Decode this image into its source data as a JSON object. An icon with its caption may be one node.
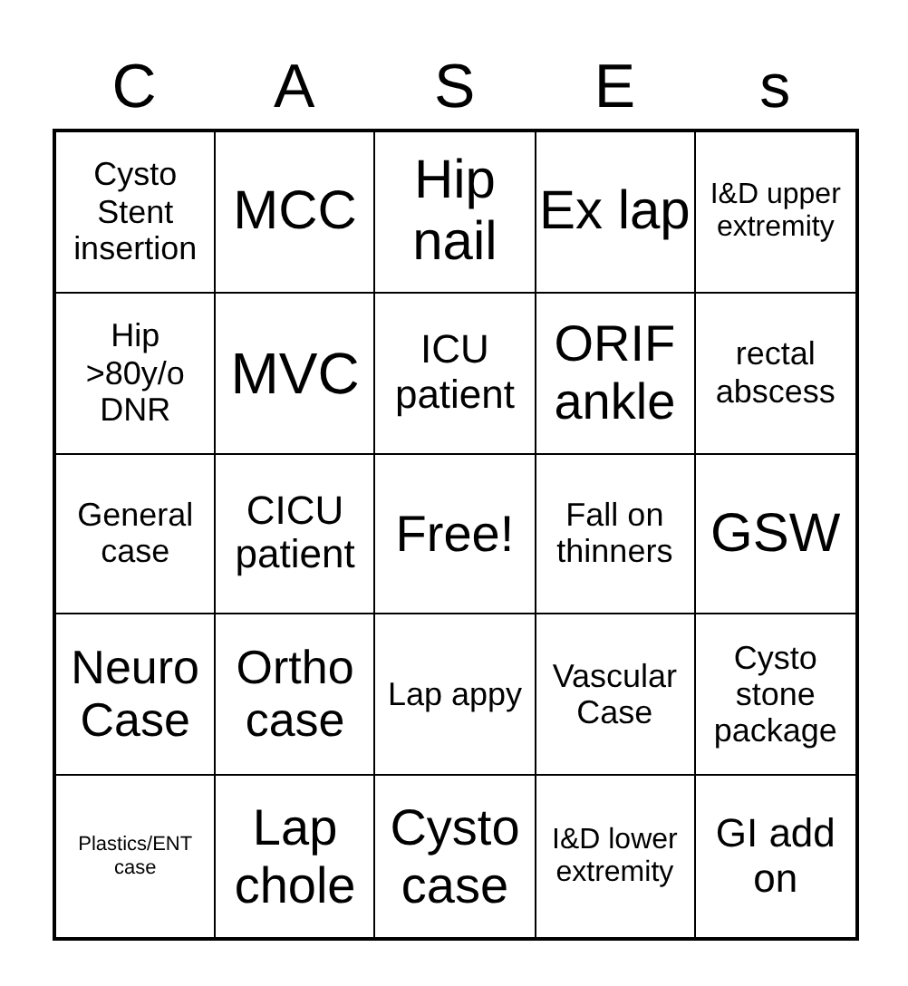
{
  "diagram": {
    "labels": [
      "C",
      "A",
      "S",
      "E",
      "s",
      "Cysto Stent insertion",
      "MCC",
      "Hip nail",
      "Ex lap",
      "I&D upper extremity",
      "Hip >80y/o DNR",
      "MVC",
      "ICU patient",
      "ORIF ankle",
      "rectal abscess",
      "General case",
      "CICU patient",
      "Free!",
      "Fall on thinners",
      "GSW",
      "Neuro Case",
      "Ortho case",
      "Lap appy",
      "Vascular Case",
      "Cysto stone package",
      "Plastics/ENT case",
      "Lap chole",
      "Cysto case",
      "I&D lower extremity",
      "GI add on"
    ]
  }
}
